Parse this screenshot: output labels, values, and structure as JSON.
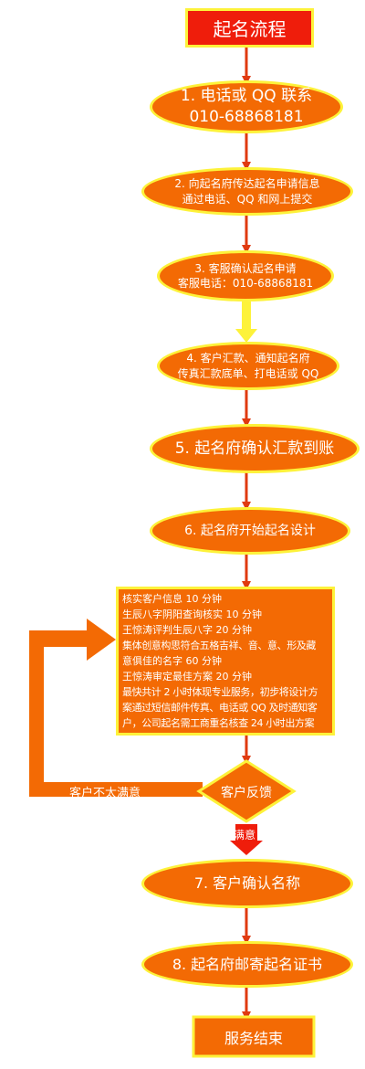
{
  "title": "起名流程",
  "steps": {
    "s1": [
      "1. 电话或 QQ 联系",
      "010-68868181"
    ],
    "s2": [
      "2. 向起名府传达起名申请信息",
      "通过电话、QQ 和网上提交"
    ],
    "s3": [
      "3. 客服确认起名申请",
      "客服电话：010-68868181"
    ],
    "s4": [
      "4. 客户汇款、通知起名府",
      "传真汇款底单、打电话或 QQ"
    ],
    "s5": "5. 起名府确认汇款到账",
    "s6": "6. 起名府开始起名设计",
    "s7": "7. 客户确认名称",
    "s8": "8. 起名府邮寄起名证书"
  },
  "process_lines": [
    "核实客户信息  10 分钟",
    "生辰八字阴阳查询核实  10 分钟",
    "王惊涛评判生辰八字    20 分钟",
    "集体创意构思符合五格吉祥、音、意、形及藏",
    "意俱佳的名字  60 分钟",
    "王惊涛审定最佳方案       20 分钟",
    "最快共计 2 小时体现专业服务，初步将设计方",
    "案通过短信邮件传真、电话或 QQ 及时通知客",
    "户，公司起名需工商重名核查 24 小时出方案"
  ],
  "feedback": "客户反馈",
  "not_satisfied": "客户不太满意",
  "satisfied": "满意",
  "end": "服务结束",
  "colors": {
    "red": "#ef1d0b",
    "orange": "#f36a04",
    "yellow": "#fdf23a",
    "arrow": "#e03a10"
  }
}
